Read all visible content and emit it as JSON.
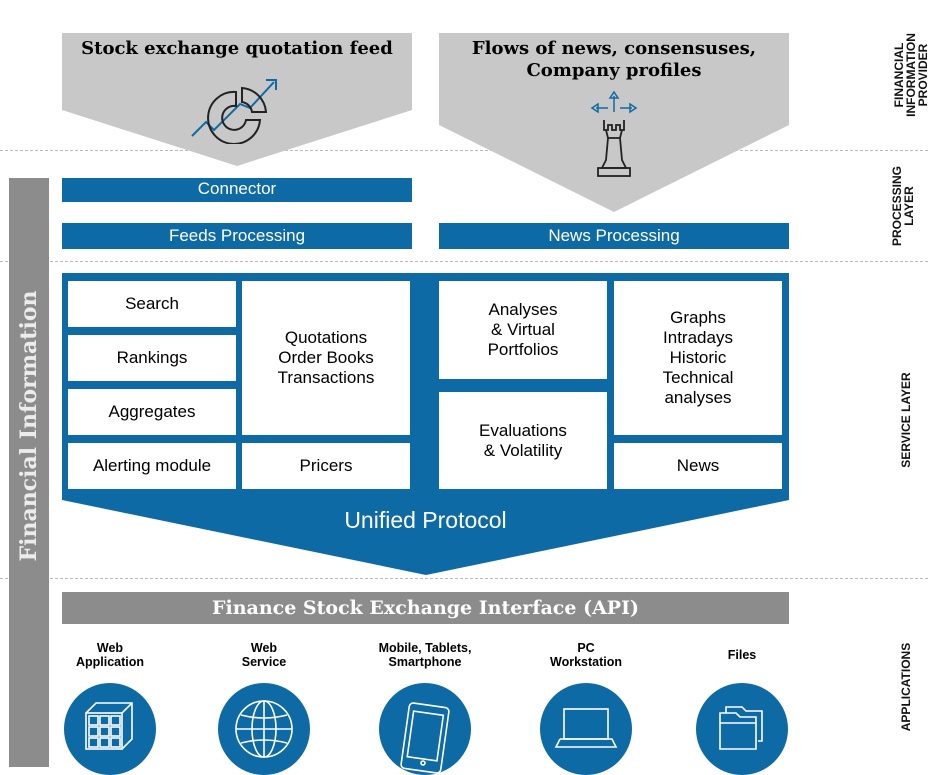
{
  "providers": {
    "left_title": "Stock exchange quotation feed",
    "right_title_line1": "Flows of news, consensuses,",
    "right_title_line2": "Company profiles"
  },
  "processing": {
    "connector": "Connector",
    "feeds": "Feeds Processing",
    "news": "News Processing"
  },
  "services": {
    "search": "Search",
    "rankings": "Rankings",
    "aggregates": "Aggregates",
    "alerting": "Alerting module",
    "quotations": [
      "Quotations",
      "Order Books",
      "Transactions"
    ],
    "pricers": "Pricers",
    "analyses": [
      "Analyses",
      "& Virtual",
      "Portfolios"
    ],
    "evaluations": [
      "Evaluations",
      "& Volatility"
    ],
    "graphs": [
      "Graphs",
      "Intradays",
      "Historic",
      "Technical",
      "analyses"
    ],
    "news": "News",
    "unified_protocol": "Unified Protocol"
  },
  "api_bar": "Finance Stock Exchange Interface (API)",
  "left_vertical": "Financial Information",
  "layers": {
    "provider": [
      "FINANCIAL",
      "INFORMATION",
      "PROVIDER"
    ],
    "processing": [
      "PROCESSING",
      "LAYER"
    ],
    "service": "SERVICE LAYER",
    "applications": "APPLICATIONS"
  },
  "applications": [
    {
      "line1": "Web",
      "line2": "Application",
      "icon": "grid-cube-icon"
    },
    {
      "line1": "Web",
      "line2": "Service",
      "icon": "globe-icon"
    },
    {
      "line1": "Mobile, Tablets,",
      "line2": "Smartphone",
      "icon": "smartphone-icon"
    },
    {
      "line1": "PC",
      "line2": "Workstation",
      "icon": "laptop-icon"
    },
    {
      "line1": "Files",
      "line2": "",
      "icon": "folders-icon"
    }
  ],
  "colors": {
    "blue": "#0d6aa4",
    "grey": "#8c8c8c",
    "light_grey": "#c8c8c8"
  }
}
